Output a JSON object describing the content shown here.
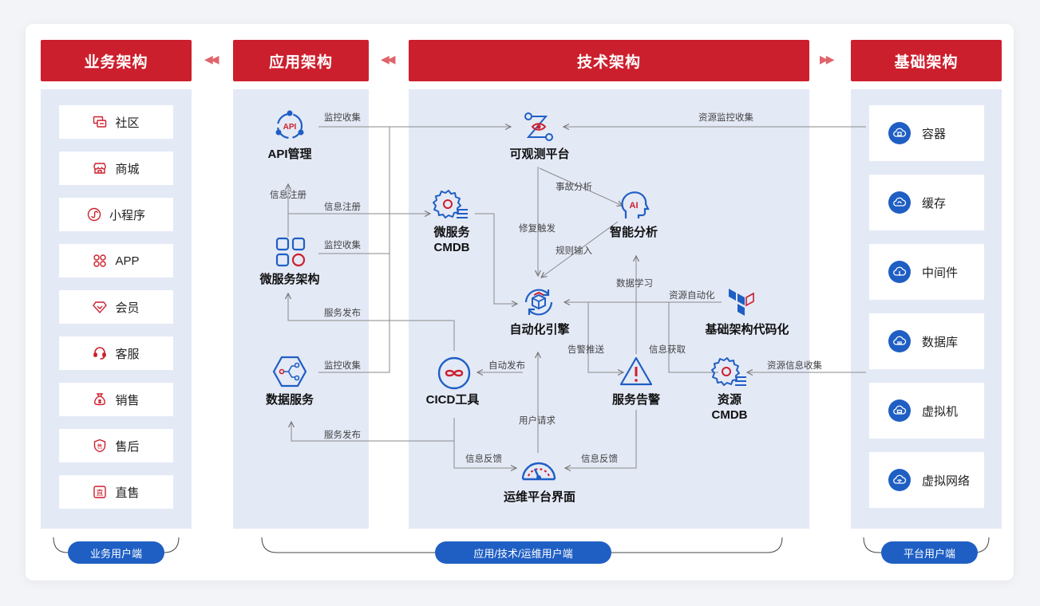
{
  "headers": {
    "business": "业务架构",
    "application": "应用架构",
    "technology": "技术架构",
    "infrastructure": "基础架构"
  },
  "business_items": [
    "社区",
    "商城",
    "小程序",
    "APP",
    "会员",
    "客服",
    "销售",
    "售后",
    "直售"
  ],
  "base_items": [
    "容器",
    "缓存",
    "中间件",
    "数据库",
    "虚拟机",
    "虚拟网络"
  ],
  "app_nodes": {
    "api": "API管理",
    "api_badge": "API",
    "micro": "微服务架构",
    "data": "数据服务"
  },
  "tech_nodes": {
    "observe": "可观测平台",
    "ai": "智能分析",
    "ai_badge": "AI",
    "micro_cmdb_1": "微服务",
    "micro_cmdb_2": "CMDB",
    "engine": "自动化引擎",
    "iac": "基础架构代码化",
    "cicd": "CICD工具",
    "alert": "服务告警",
    "res_cmdb_1": "资源",
    "res_cmdb_2": "CMDB",
    "ops_ui": "运维平台界面"
  },
  "edge_labels": {
    "monitor1": "监控收集",
    "info_reg1": "信息注册",
    "info_reg2": "信息注册",
    "monitor2": "监控收集",
    "svc_pub1": "服务发布",
    "monitor3": "监控收集",
    "svc_pub2": "服务发布",
    "res_monitor": "资源监控收集",
    "incident": "事故分析",
    "repair": "修复触发",
    "rule_in": "规则输入",
    "data_learn": "数据学习",
    "res_auto": "资源自动化",
    "alert_push": "告警推送",
    "info_get": "信息获取",
    "res_info": "资源信息收集",
    "auto_pub": "自动发布",
    "user_req": "用户请求",
    "feedback1": "信息反馈",
    "feedback2": "信息反馈"
  },
  "footers": {
    "business": "业务用户端",
    "app_tech": "应用/技术/运维用户端",
    "platform": "平台用户端"
  },
  "colors": {
    "brand_red": "#cc1f2d",
    "panel_blue": "#e4e9f6",
    "accent_blue": "#1f5fc4"
  }
}
